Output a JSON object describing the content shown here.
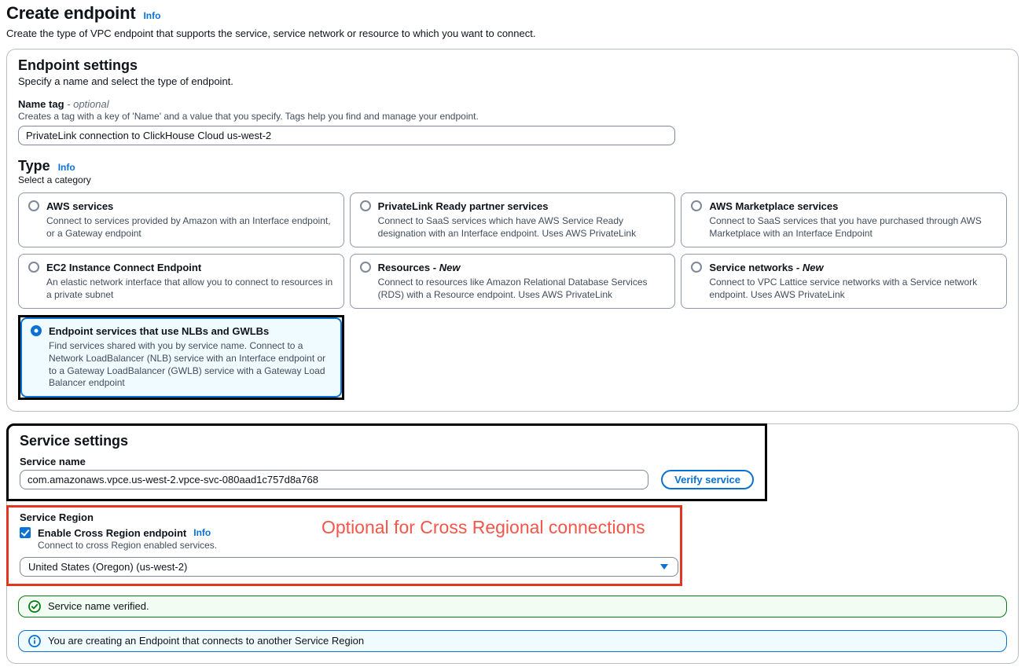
{
  "page": {
    "title": "Create endpoint",
    "info_label": "Info",
    "subtitle": "Create the type of VPC endpoint that supports the service, service network or resource to which you want to connect."
  },
  "endpoint_settings": {
    "heading": "Endpoint settings",
    "description": "Specify a name and select the type of endpoint.",
    "name_tag": {
      "label": "Name tag",
      "optional_label": "- optional",
      "hint": "Creates a tag with a key of 'Name' and a value that you specify. Tags help you find and manage your endpoint.",
      "value": "PrivateLink connection to ClickHouse Cloud us-west-2"
    },
    "type": {
      "label": "Type",
      "info_label": "Info",
      "hint": "Select a category",
      "options": [
        {
          "title": "AWS services",
          "description": "Connect to services provided by Amazon with an Interface endpoint, or a Gateway endpoint",
          "selected": false
        },
        {
          "title": "PrivateLink Ready partner services",
          "description": "Connect to SaaS services which have AWS Service Ready designation with an Interface endpoint. Uses AWS PrivateLink",
          "selected": false
        },
        {
          "title": "AWS Marketplace services",
          "description": "Connect to SaaS services that you have purchased through AWS Marketplace with an Interface Endpoint",
          "selected": false
        },
        {
          "title": "EC2 Instance Connect Endpoint",
          "description": "An elastic network interface that allow you to connect to resources in a private subnet",
          "selected": false
        },
        {
          "title": "Resources",
          "suffix": "- New",
          "description": "Connect to resources like Amazon Relational Database Services (RDS) with a Resource endpoint. Uses AWS PrivateLink",
          "selected": false
        },
        {
          "title": "Service networks",
          "suffix": "- New",
          "description": "Connect to VPC Lattice service networks with a Service network endpoint. Uses AWS PrivateLink",
          "selected": false
        },
        {
          "title": "Endpoint services that use NLBs and GWLBs",
          "description": "Find services shared with you by service name. Connect to a Network LoadBalancer (NLB) service with an Interface endpoint or to a Gateway LoadBalancer (GWLB) service with a Gateway Load Balancer endpoint",
          "selected": true
        }
      ]
    }
  },
  "service_settings": {
    "heading": "Service settings",
    "service_name": {
      "label": "Service name",
      "value": "com.amazonaws.vpce.us-west-2.vpce-svc-080aad1c757d8a768"
    },
    "verify_button_label": "Verify service",
    "service_region": {
      "label": "Service Region",
      "checkbox_label": "Enable Cross Region endpoint",
      "info_label": "Info",
      "checkbox_checked": true,
      "checkbox_hint": "Connect to cross Region enabled services.",
      "region_selected_value": "United States (Oregon) (us-west-2)"
    },
    "annotation_text": "Optional for Cross Regional connections",
    "alerts": {
      "success_message": "Service name verified.",
      "info_message": "You are creating an Endpoint that connects to another Service Region"
    }
  },
  "colors": {
    "accent_blue": "#0972d3",
    "success_green": "#067d14",
    "selected_card_bg": "#f0fbff",
    "annotation_black": "#000000",
    "annotation_red": "#e1361f",
    "annotation_red_text": "#f5554a"
  }
}
